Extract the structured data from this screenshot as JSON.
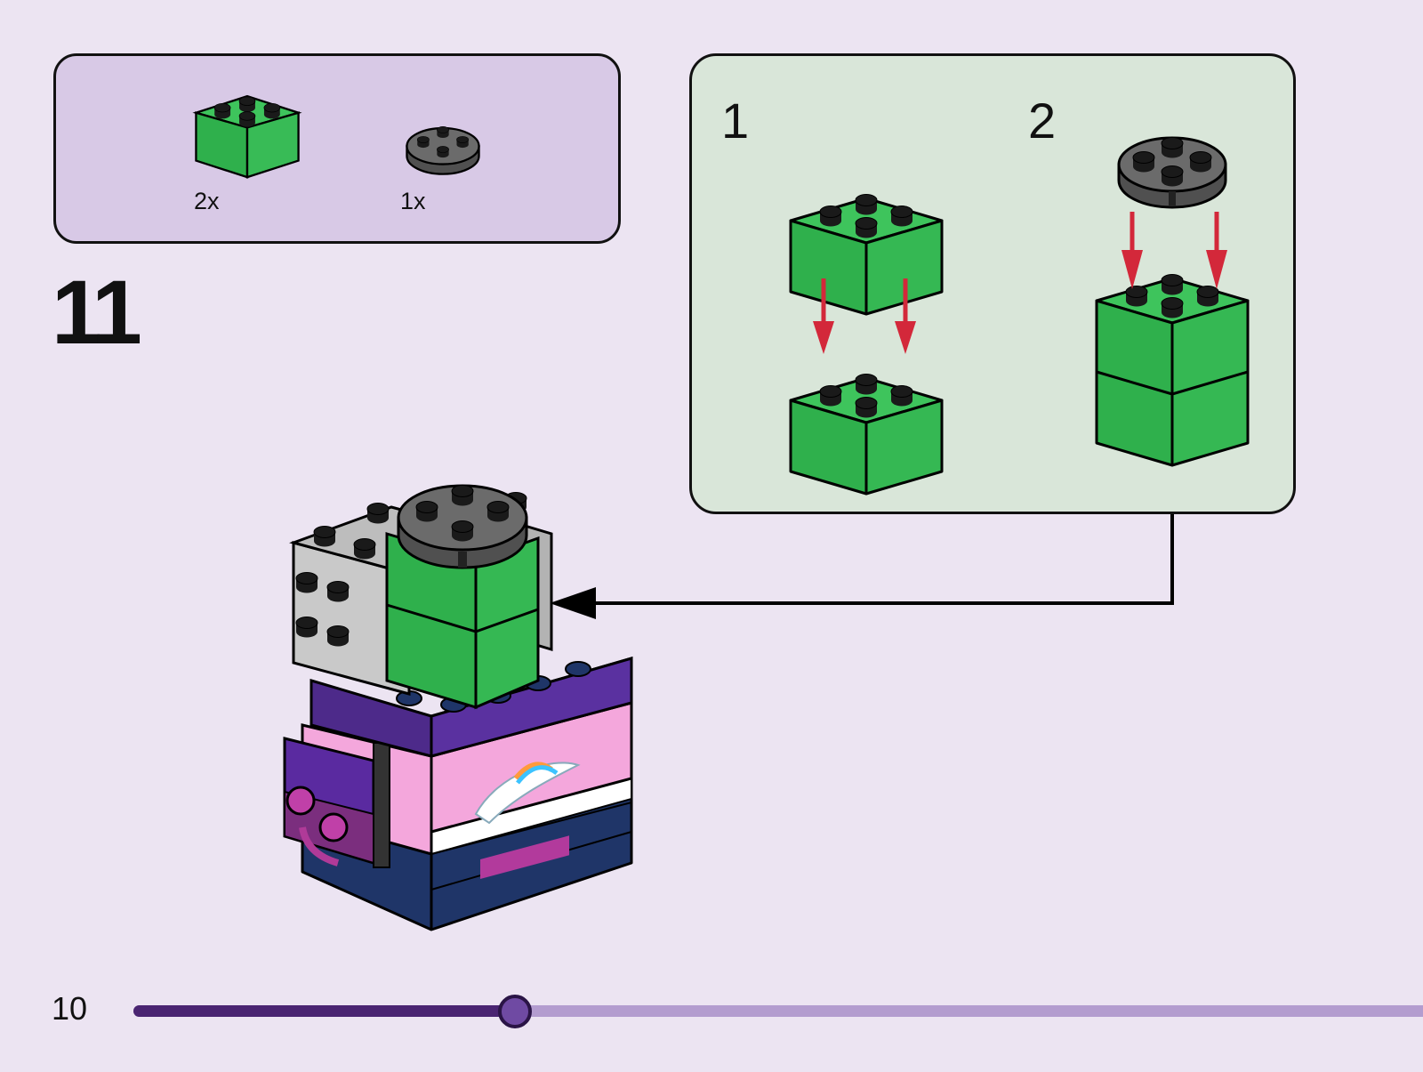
{
  "parts": [
    {
      "name": "green-2x2-brick",
      "quantity": "2x"
    },
    {
      "name": "gray-round-plate",
      "quantity": "1x"
    }
  ],
  "step": {
    "number": "11"
  },
  "substeps": [
    {
      "number": "1"
    },
    {
      "number": "2"
    }
  ],
  "page": {
    "number": "10",
    "progress_percent": 29.5
  },
  "colors": {
    "background": "#ece4f2",
    "parts_panel": "#d8c9e6",
    "substep_panel": "#d9e6d9",
    "brick_green": "#36bc55",
    "plate_gray": "#6b6b6b",
    "arrow_red": "#d3283a",
    "progress_dark": "#4a2472",
    "progress_light": "#b39ccf"
  }
}
